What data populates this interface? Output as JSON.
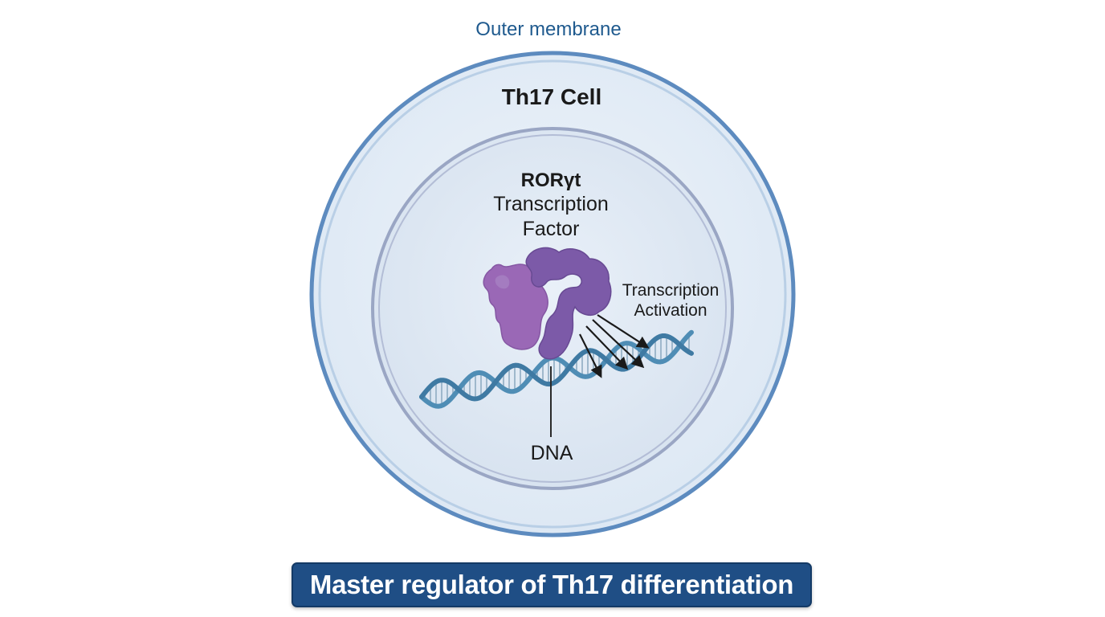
{
  "labels": {
    "outer_membrane": "Outer membrane",
    "cell": "Th17 Cell",
    "factor_name": "RORγt",
    "factor_line1": "Transcription",
    "factor_line2": "Factor",
    "activation_line1": "Transcription",
    "activation_line2": "Activation",
    "dna": "DNA"
  },
  "caption": "Master regulator of Th17 differentiation",
  "colors": {
    "membrane_stroke": "#5d8bbf",
    "cytoplasm_fill": "#e7eff8",
    "nucleus_stroke": "#9aa6c4",
    "nucleus_fill": "#dfe8f3",
    "membrane_label": "#1f5a8e",
    "protein_light": "#9a68b6",
    "protein_dark": "#7c5aa8",
    "dna_strand": "#4f8db5",
    "caption_bg": "#1f4e85",
    "arrow": "#1a1a1a"
  }
}
